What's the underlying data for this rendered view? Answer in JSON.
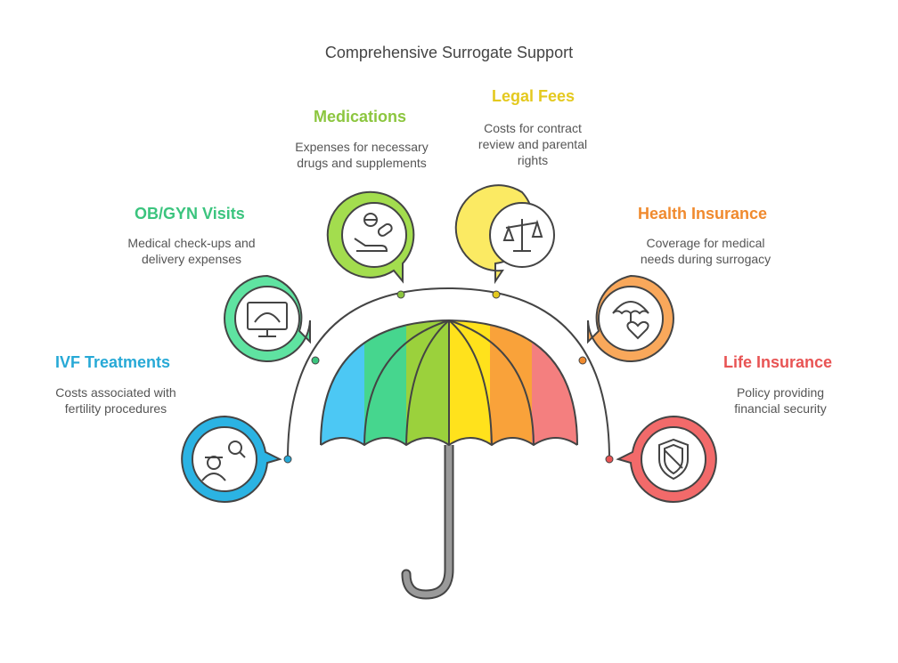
{
  "title": "Comprehensive Surrogate Support",
  "items": [
    {
      "label": "IVF Treatments",
      "desc1": "Costs associated with",
      "desc2": "fertility procedures",
      "color": "#27A9D6",
      "icon": "fertility-search-icon"
    },
    {
      "label": "OB/GYN Visits",
      "desc1": "Medical check-ups and",
      "desc2": "delivery expenses",
      "color": "#3BC47E",
      "icon": "ultrasound-monitor-icon"
    },
    {
      "label": "Medications",
      "desc1": "Expenses for necessary",
      "desc2": "drugs and supplements",
      "color": "#8CC63F",
      "icon": "pills-hand-icon"
    },
    {
      "label": "Legal Fees",
      "desc1": "Costs for contract",
      "desc2": "review and parental",
      "desc3": "rights",
      "color": "#E4C91F",
      "icon": "scales-icon"
    },
    {
      "label": "Health Insurance",
      "desc1": "Coverage for medical",
      "desc2": "needs during surrogacy",
      "color": "#F08A2E",
      "icon": "umbrella-heart-icon"
    },
    {
      "label": "Life Insurance",
      "desc1": "Policy providing",
      "desc2": "financial security",
      "color": "#E85454",
      "icon": "shield-icon"
    }
  ]
}
